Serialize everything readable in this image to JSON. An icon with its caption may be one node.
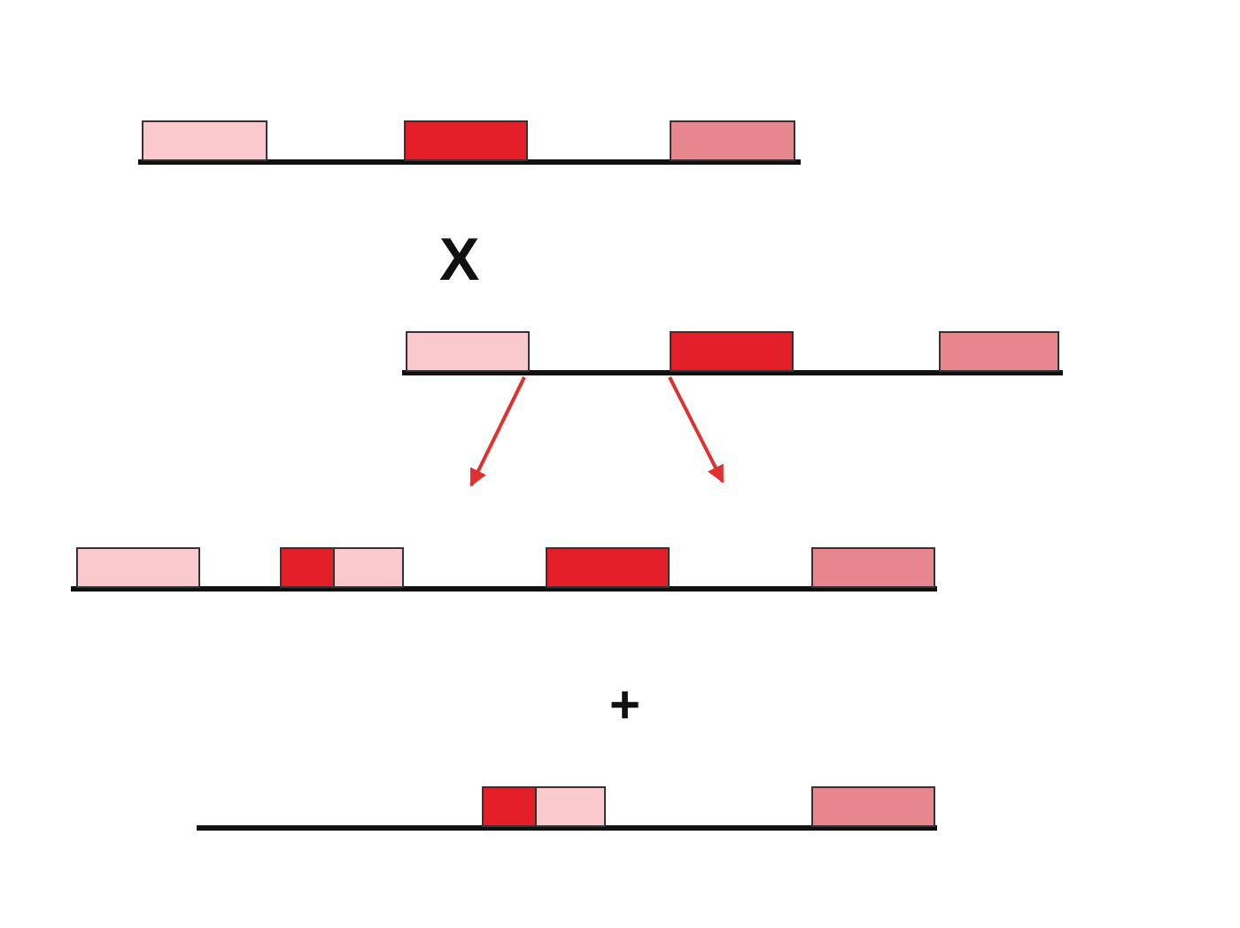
{
  "diagram": {
    "nodes": [
      {
        "text": [],
        "shape": "bar"
      },
      {
        "text": [],
        "shape": "bar"
      },
      {
        "text": [],
        "shape": "bar"
      },
      {
        "text": [],
        "shape": "bar"
      }
    ],
    "edges": [
      {
        "from": 1,
        "to": null,
        "arrow": "to",
        "color": "#e03030"
      },
      {
        "from": 1,
        "to": null,
        "arrow": "to",
        "color": "#e03030"
      }
    ],
    "labels": [
      "X",
      "+"
    ]
  }
}
